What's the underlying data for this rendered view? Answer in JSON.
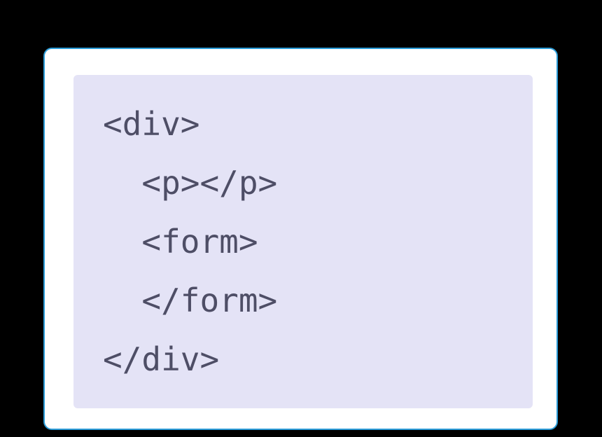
{
  "code": {
    "language": "html",
    "lines": [
      "<div>",
      "  <p></p>",
      "  <form>",
      "  </form>",
      "</div>"
    ]
  },
  "colors": {
    "page_background": "#000000",
    "card_background": "#ffffff",
    "card_border": "#2b9cd8",
    "code_background": "#e4e3f6",
    "code_text": "#4e4e66"
  }
}
